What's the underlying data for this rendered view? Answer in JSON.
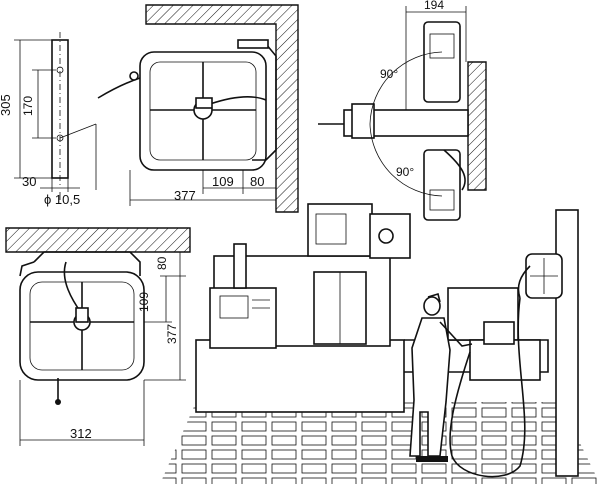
{
  "dimensions": {
    "bracket_height": "305",
    "bracket_hole_spacing": "170",
    "bracket_width": "30",
    "hole_diameter": "ϕ 10,5",
    "side_offset_109": "109",
    "side_offset_80": "80",
    "side_overall_377": "377",
    "top_width_194": "194",
    "swivel_angle_upper": "90°",
    "swivel_angle_lower": "90°",
    "ceiling_80": "80",
    "ceiling_109": "109",
    "ceiling_377": "377",
    "ceiling_width_312": "312"
  }
}
